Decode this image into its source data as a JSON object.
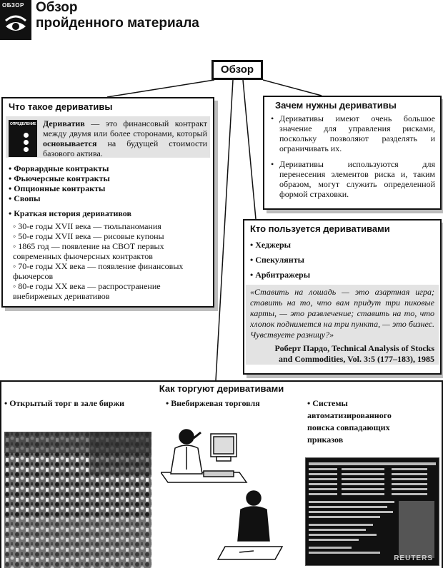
{
  "header": {
    "tab_label": "ОБЗОР",
    "title_line1": "Обзор",
    "title_line2": "пройденного материала"
  },
  "center": {
    "label": "Обзор"
  },
  "what": {
    "title": "Что такое деривативы",
    "def_icon_label": "ОПРЕДЕЛЕНИЕ",
    "def_term": "Дериватив",
    "def_text1": " — это финансовый контракт между двумя или более сторонами, который ",
    "def_bold": "основывается",
    "def_text2": " на будущей стоимости базового актива.",
    "contracts": [
      "Форвардные контракты",
      "Фьючерсные контракты",
      "Опционные контракты",
      "Свопы"
    ],
    "history_title": "Краткая история деривативов",
    "history": [
      "30-е годы XVII века — тюльпаномания",
      "50-е годы XVII века — рисовые купоны",
      "1865 год — появление на СВОТ первых современных фьючерсных контрактов",
      "70-е годы XX века — появление финансовых фьючерсов",
      "80-е годы XX века — распространение внебиржевых деривативов"
    ]
  },
  "why": {
    "title": "Зачем нужны деривативы",
    "points": [
      "Деривативы имеют очень большое значение для управления рисками, поскольку позволяют разделять и ограничивать их.",
      "Деривативы используются для перенесения элементов риска и, таким образом, могут служить определенной формой страховки."
    ]
  },
  "who": {
    "title": "Кто пользуется деривативами",
    "users": [
      "Хеджеры",
      "Спекулянты",
      "Арбитражеры"
    ],
    "quote": "«Ставить на лошадь — это азартная игра; ставить на то, что вам придут три пиковые карты, — это развлечение; ставить на то, что хлопок поднимется на три пункта, — это бизнес. Чувствуете разницу?»",
    "source_line1": "Роберт Пардо, Technical Analysis of Stocks",
    "source_line2": "and Commodities, Vol. 3:5 (177–183), 1985"
  },
  "how": {
    "title": "Как торгуют деривативами",
    "methods": [
      "Открытый торг в зале биржи",
      "Внебиржевая торговля",
      "Системы автоматизированного поиска совпадающих приказов"
    ],
    "screen_brand": "REUTERS"
  }
}
